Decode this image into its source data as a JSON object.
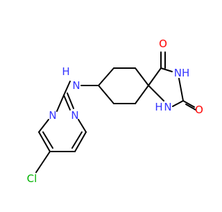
{
  "molecule": {
    "colors": {
      "carbon_bond": "#000000",
      "nitrogen": "#3333ff",
      "oxygen": "#ff0000",
      "chlorine": "#00b300",
      "background": "#ffffff"
    },
    "atom_labels": {
      "nh_linker": "N",
      "h_linker": "H",
      "pyrimidine_n_top": "N",
      "pyrimidine_n_bottom": "N",
      "chlorine": "Cl",
      "oxygen_top": "O",
      "nh_ring_top": "NH",
      "oxygen_right": "O",
      "nh_ring_bottom_n": "N",
      "nh_ring_bottom_h": "H"
    }
  }
}
